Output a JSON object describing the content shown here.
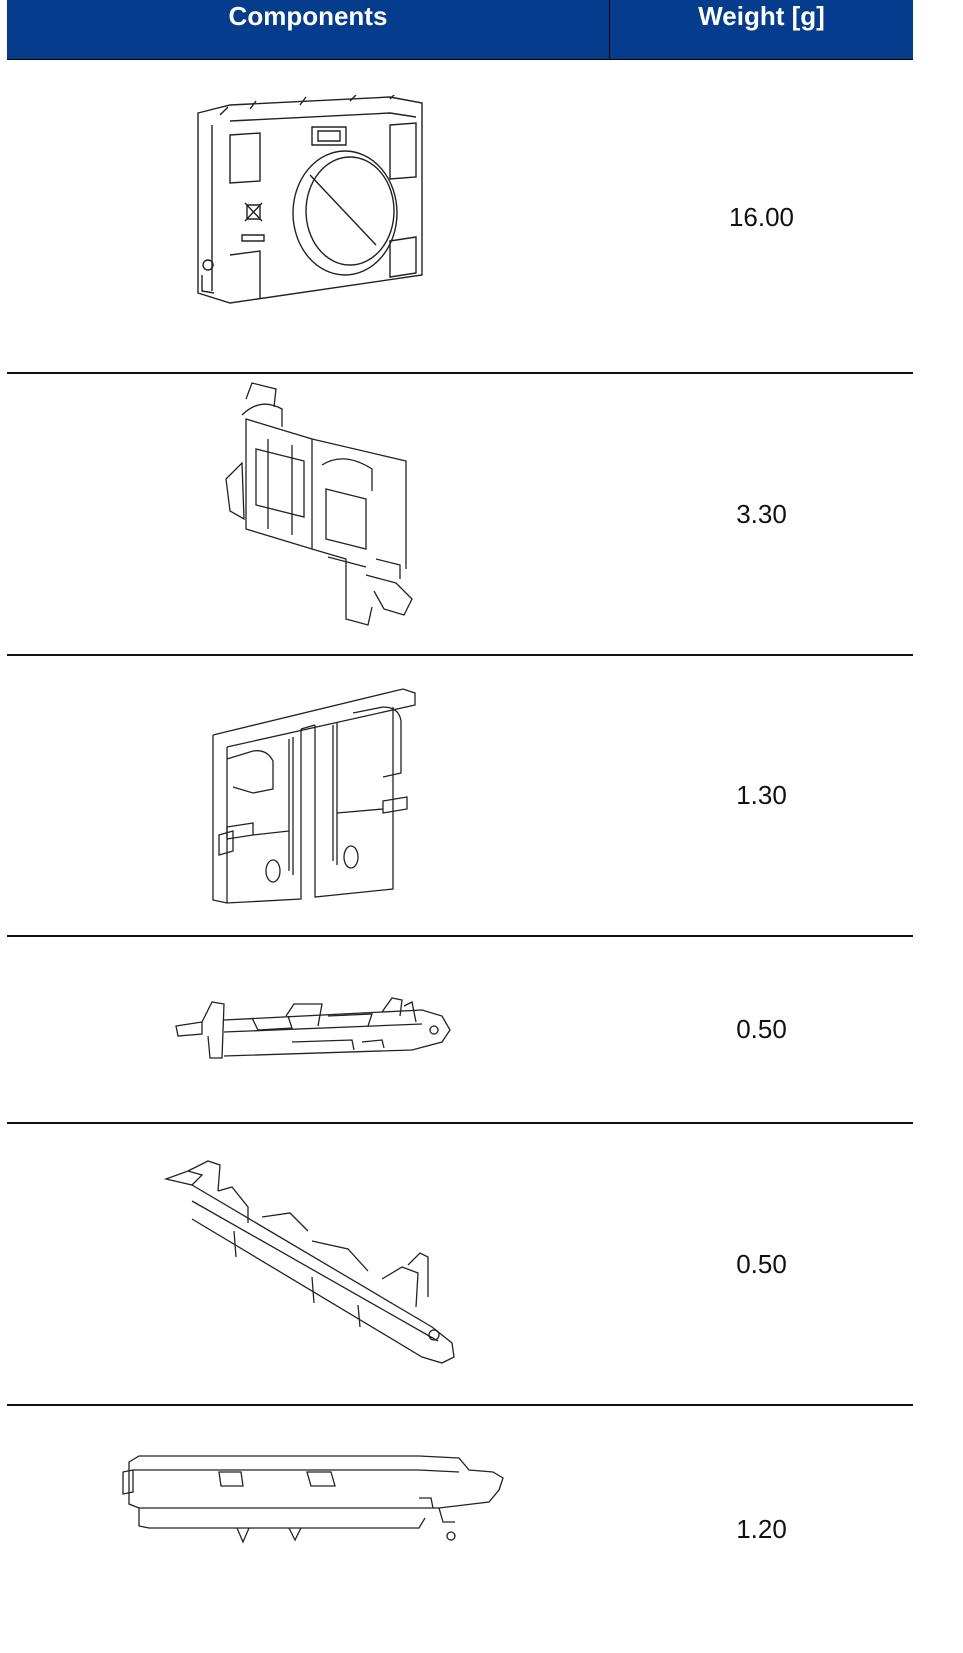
{
  "header": {
    "components": "Components",
    "weight": "Weight [g]"
  },
  "rows": [
    {
      "weight": "16.00",
      "icon": "housing-frame-icon"
    },
    {
      "weight": "3.30",
      "icon": "double-clip-bracket-icon"
    },
    {
      "weight": "1.30",
      "icon": "mounting-plate-icon"
    },
    {
      "weight": "0.50",
      "icon": "short-rail-icon"
    },
    {
      "weight": "0.50",
      "icon": "angled-rail-icon"
    },
    {
      "weight": "1.20",
      "icon": "long-bar-icon"
    }
  ]
}
